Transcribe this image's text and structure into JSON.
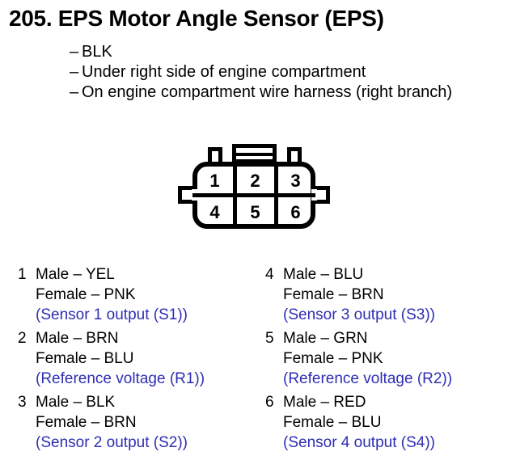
{
  "header": {
    "title": "205. EPS Motor Angle Sensor (EPS)",
    "bullets": [
      "BLK",
      "Under right side of engine compartment",
      "On engine compartment wire harness (right branch)"
    ],
    "bullet_dash": "–"
  },
  "connector": {
    "name": "6-pin connector face view",
    "pins": [
      "1",
      "2",
      "3",
      "4",
      "5",
      "6"
    ]
  },
  "colors": {
    "function_text": "#2e2eb4",
    "line": "#000000",
    "background": "#ffffff"
  },
  "pin_legend": {
    "left": [
      {
        "number": "1",
        "male": "Male – YEL",
        "female": "Female – PNK",
        "function": "(Sensor 1 output (S1))"
      },
      {
        "number": "2",
        "male": "Male – BRN",
        "female": "Female – BLU",
        "function": "(Reference voltage (R1))"
      },
      {
        "number": "3",
        "male": "Male – BLK",
        "female": "Female – BRN",
        "function": "(Sensor 2 output (S2))"
      }
    ],
    "right": [
      {
        "number": "4",
        "male": "Male – BLU",
        "female": "Female – BRN",
        "function": "(Sensor 3 output (S3))"
      },
      {
        "number": "5",
        "male": "Male – GRN",
        "female": "Female – PNK",
        "function": "(Reference voltage (R2))"
      },
      {
        "number": "6",
        "male": "Male – RED",
        "female": "Female – BLU",
        "function": "(Sensor 4 output (S4))"
      }
    ]
  }
}
